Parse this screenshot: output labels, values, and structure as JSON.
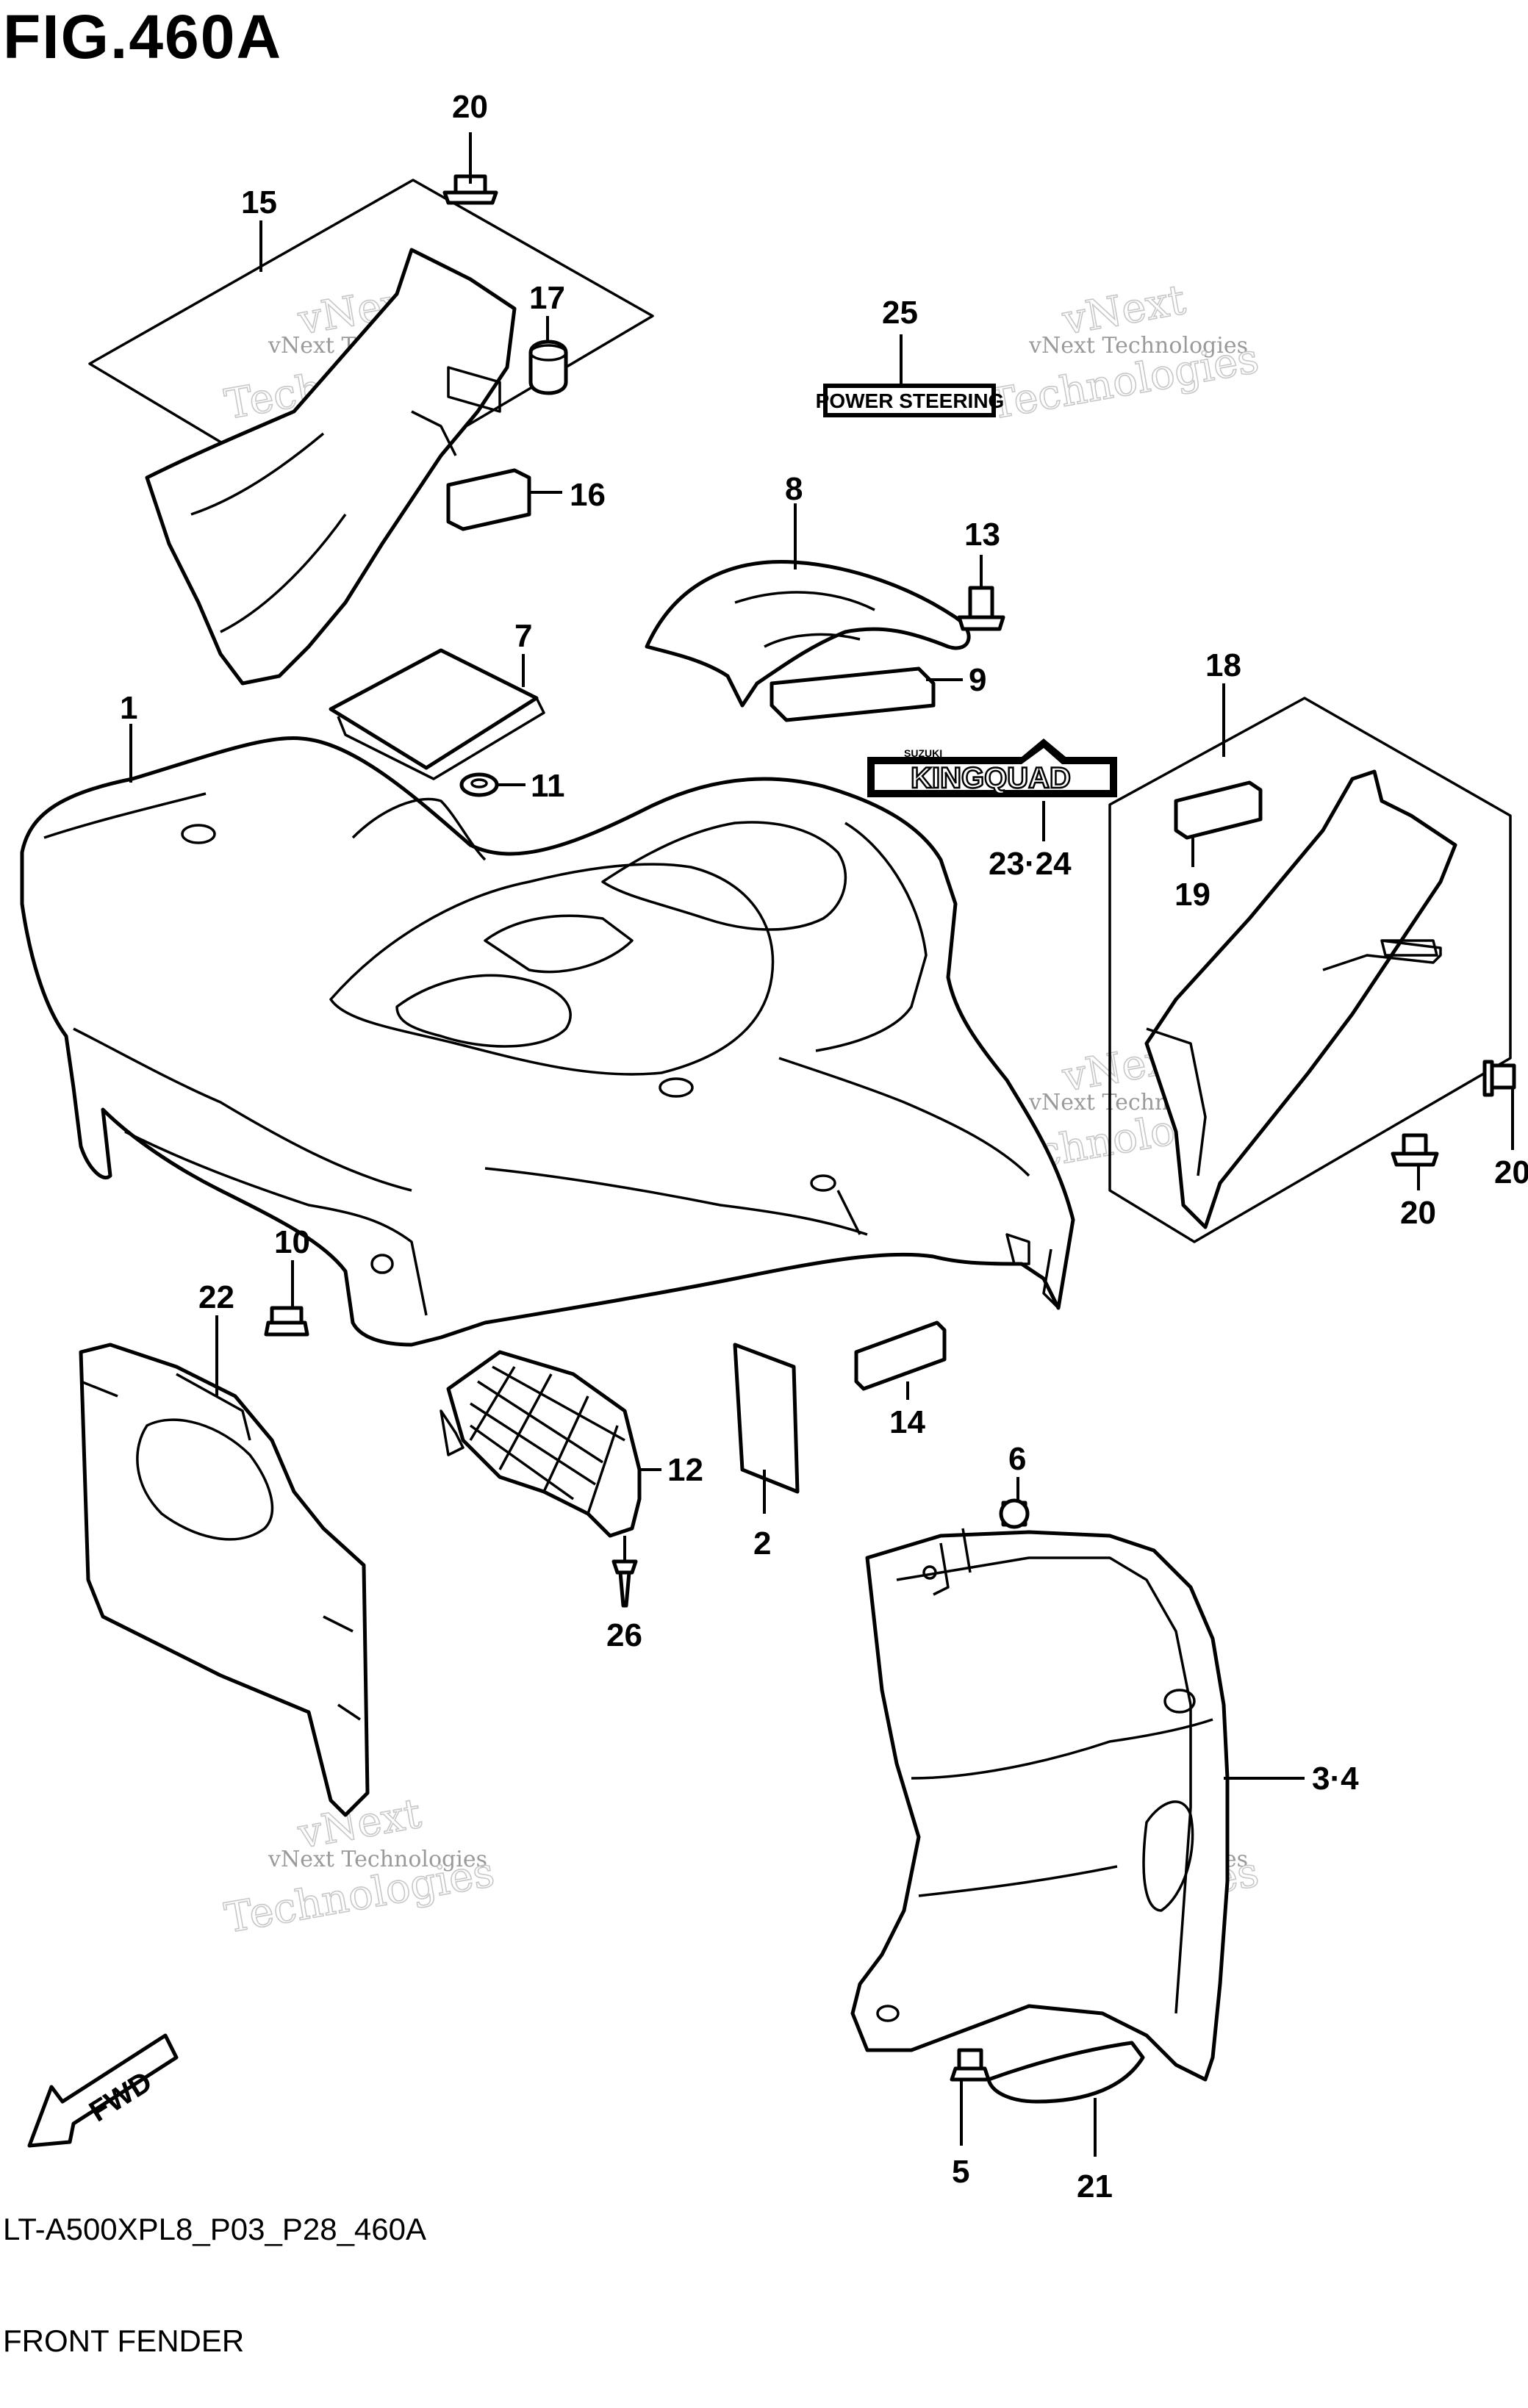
{
  "figure": {
    "title": "FIG.460A",
    "model_code": "LT-A500XPL8_P03_P28_460A",
    "assembly_name": "FRONT FENDER"
  },
  "watermark": {
    "line1": "vNext Technologies",
    "line2": "vNext",
    "line3": "Technologies"
  },
  "decals": {
    "power_steering": "POWER STEERING",
    "kingquad": "KINGQUAD",
    "kingquad_small": "SUZUKI"
  },
  "fwd_label": "FWD",
  "callouts": {
    "c1": "1",
    "c2": "2",
    "c3_4": "3·4",
    "c5": "5",
    "c6": "6",
    "c7": "7",
    "c8": "8",
    "c9": "9",
    "c10": "10",
    "c11": "11",
    "c12": "12",
    "c13": "13",
    "c14": "14",
    "c15": "15",
    "c16": "16",
    "c17": "17",
    "c18": "18",
    "c19": "19",
    "c20a": "20",
    "c20b": "20",
    "c20c": "20",
    "c21": "21",
    "c22": "22",
    "c23_24": "23·24",
    "c25": "25",
    "c26": "26"
  }
}
